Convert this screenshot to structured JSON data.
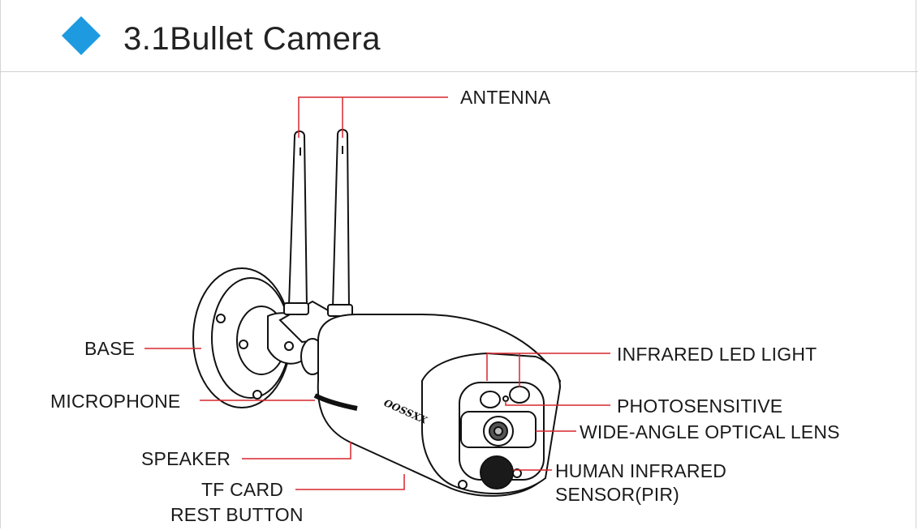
{
  "header": {
    "title": "3.1Bullet Camera",
    "accent_color": "#1e9be0",
    "icon": "diamond-icon"
  },
  "diagram": {
    "leader_color": "#d7262d",
    "brand_mark": "OOSSXX",
    "labels": {
      "antenna": "ANTENNA",
      "base": "BASE",
      "microphone": "MICROPHONE",
      "speaker": "SPEAKER",
      "tf_card_line1": "TF CARD",
      "tf_card_line2": "REST BUTTON",
      "infrared_led": "INFRARED LED LIGHT",
      "photosensitive": "PHOTOSENSITIVE",
      "lens": "WIDE-ANGLE OPTICAL LENS",
      "pir_line1": "HUMAN INFRARED",
      "pir_line2": "SENSOR(PIR)"
    }
  }
}
